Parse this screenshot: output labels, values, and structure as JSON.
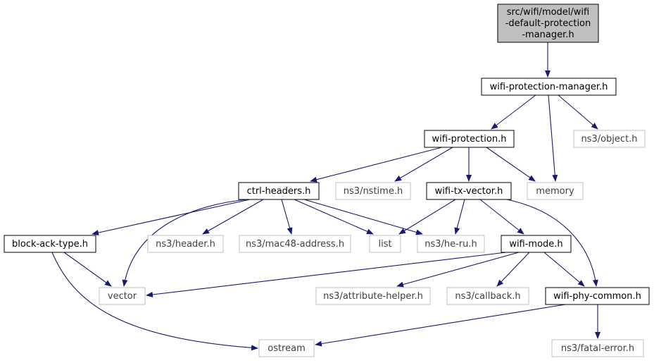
{
  "diagram": {
    "nodes": [
      {
        "id": "root",
        "lines": [
          "src/wifi/model/wifi",
          "-default-protection",
          "-manager.h"
        ],
        "style": "root"
      },
      {
        "id": "wpm",
        "lines": [
          "wifi-protection-manager.h"
        ],
        "style": "internal"
      },
      {
        "id": "object",
        "lines": [
          "ns3/object.h"
        ],
        "style": "external"
      },
      {
        "id": "wp",
        "lines": [
          "wifi-protection.h"
        ],
        "style": "internal"
      },
      {
        "id": "memory",
        "lines": [
          "memory"
        ],
        "style": "external"
      },
      {
        "id": "ctrl",
        "lines": [
          "ctrl-headers.h"
        ],
        "style": "internal"
      },
      {
        "id": "nstime",
        "lines": [
          "ns3/nstime.h"
        ],
        "style": "external"
      },
      {
        "id": "txvec",
        "lines": [
          "wifi-tx-vector.h"
        ],
        "style": "internal"
      },
      {
        "id": "bat",
        "lines": [
          "block-ack-type.h"
        ],
        "style": "internal"
      },
      {
        "id": "header",
        "lines": [
          "ns3/header.h"
        ],
        "style": "external"
      },
      {
        "id": "mac48",
        "lines": [
          "ns3/mac48-address.h"
        ],
        "style": "external"
      },
      {
        "id": "list",
        "lines": [
          "list"
        ],
        "style": "external"
      },
      {
        "id": "heru",
        "lines": [
          "ns3/he-ru.h"
        ],
        "style": "external"
      },
      {
        "id": "mode",
        "lines": [
          "wifi-mode.h"
        ],
        "style": "internal"
      },
      {
        "id": "vector",
        "lines": [
          "vector"
        ],
        "style": "external"
      },
      {
        "id": "attr",
        "lines": [
          "ns3/attribute-helper.h"
        ],
        "style": "external"
      },
      {
        "id": "callback",
        "lines": [
          "ns3/callback.h"
        ],
        "style": "external"
      },
      {
        "id": "phyc",
        "lines": [
          "wifi-phy-common.h"
        ],
        "style": "internal"
      },
      {
        "id": "ostream",
        "lines": [
          "ostream"
        ],
        "style": "external"
      },
      {
        "id": "fatal",
        "lines": [
          "ns3/fatal-error.h"
        ],
        "style": "external"
      }
    ],
    "edges": [
      [
        "root",
        "wpm"
      ],
      [
        "wpm",
        "wp"
      ],
      [
        "wpm",
        "memory"
      ],
      [
        "wpm",
        "object"
      ],
      [
        "wp",
        "ctrl"
      ],
      [
        "wp",
        "nstime"
      ],
      [
        "wp",
        "txvec"
      ],
      [
        "wp",
        "memory"
      ],
      [
        "ctrl",
        "bat"
      ],
      [
        "ctrl",
        "vector"
      ],
      [
        "ctrl",
        "header"
      ],
      [
        "ctrl",
        "mac48"
      ],
      [
        "ctrl",
        "list"
      ],
      [
        "ctrl",
        "heru"
      ],
      [
        "txvec",
        "list"
      ],
      [
        "txvec",
        "heru"
      ],
      [
        "txvec",
        "mode"
      ],
      [
        "txvec",
        "phyc"
      ],
      [
        "bat",
        "vector"
      ],
      [
        "bat",
        "ostream"
      ],
      [
        "mode",
        "vector"
      ],
      [
        "mode",
        "attr"
      ],
      [
        "mode",
        "callback"
      ],
      [
        "mode",
        "phyc"
      ],
      [
        "phyc",
        "ostream"
      ],
      [
        "phyc",
        "fatal"
      ]
    ]
  },
  "colors": {
    "edge": "#191970",
    "internal_border": "#000000",
    "external_border": "#bfbfbf",
    "root_fill": "#bfbfbf",
    "internal_text": "#000000",
    "external_text": "#404040"
  }
}
